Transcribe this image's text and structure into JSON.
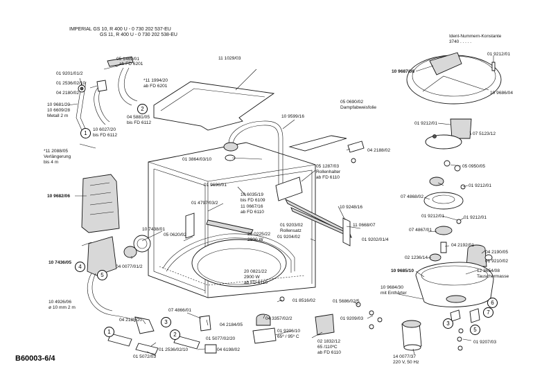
{
  "header": {
    "line1": "IMPERIAL   GS 10,   R 400 U  -  0 730 202 537-EU",
    "line2": "GS 11,   R 400 U  -  0 730 202 538-EU",
    "ident_label": "Ident-Nummern-Konstante",
    "ident_value": "3740   . . . . ."
  },
  "document_id": "B60003-6/4",
  "labels": {
    "l01": "05 1469/01",
    "l02": "ab FD 6201",
    "l03": "11 1029/03",
    "l04": "01 9201/01/2",
    "l05": "01 2536/02/10",
    "l06": "04 2180/02",
    "l07": "*11 1994/20",
    "l08": "ab FD 6201",
    "l09": "10 9681/20",
    "l10": "10 6609/28",
    "l11": "Metall 2 m",
    "l12": "04 5881/05",
    "l13": "bis FD 6112",
    "l14": "10 6027/20",
    "l15": "bis FD 6112",
    "l16": "10 9599/16",
    "l17": "05 0690/02",
    "l18": "Dampfabweisfolie",
    "l19": "*11 2088/05",
    "l20": "Verlängerung",
    "l21": "bis 4 m",
    "l22": "04 2188/02",
    "l23": "01 3864/03/10",
    "l24": "05 1287/03",
    "l25": "Rollenhalter",
    "l26": "ab FD 6110",
    "l27": "10 9682/06",
    "l28": "01 9696/01",
    "l29": "10 6035/19",
    "l30": "bis FD 6109",
    "l31": "01 4797/03/2",
    "l32": "11 0667/16",
    "l33": "ab FD 6110",
    "l34": "10 9248/16",
    "l35": "10 7438/01",
    "l36": "05 0620/02",
    "l37": "01 9203/02",
    "l38": "Rollensatz",
    "l39": "11 0668/07",
    "l40": "01 9204/02",
    "l41": "01 9202/01/4",
    "l42": "20 0225/22",
    "l43": "2900 W",
    "l44": "10 7436/05",
    "l45": "04 0077/01/2",
    "l46": "20 0821/22",
    "l47": "2900 W",
    "l48": "ab FD 6110",
    "l49": "10 4926/06",
    "l50": "ø 10 mm 2 m",
    "l51": "01 8516/02",
    "l52": "01 5686/02/5",
    "l53": "07 4866/01",
    "l54": "04 2185/20",
    "l55": "04 2184/05",
    "l56": "04 3357/02/2",
    "l57": "01 5077/02/20",
    "l58": "01 9206/10",
    "l59": "65º / 95º C",
    "l60": "01 2536/02/10",
    "l61": "04 6198/02",
    "l62": "02 1832/12",
    "l63": "65 /110ºC",
    "l64": "ab FD 6110",
    "l65": "01 5072/03",
    "r01": "10 9687/08",
    "r02": "01 9212/01",
    "r03": "10 9686/04",
    "r04": "01 9212/01",
    "r05": "07 5123/12",
    "r06": "05 0950/05",
    "r07": "01 9212/01",
    "r08": "07 4868/02",
    "r09": "01 9212/01",
    "r10": "01 9212/01",
    "r11": "07 4867/01",
    "r12": "04 2192/01",
    "r13": "02 1236/14",
    "r14": "04 2190/05",
    "r15": "01 9210/02",
    "r16": "10 9685/10",
    "r17": "12 3654/08",
    "r18": "Tauschermasse",
    "r19": "10 9684/30",
    "r20": "mit Enthärter",
    "r21": "01 9209/03",
    "r22": "14 0077/37",
    "r23": "220 V, 50 Hz",
    "r24": "01 9207/03"
  },
  "callouts": {
    "c1a": "1",
    "c2a": "2",
    "c4": "4",
    "c5": "5",
    "c1b": "1",
    "c2b": "2",
    "c3b": "3",
    "c3r": "3",
    "c5r": "5",
    "c6r": "6",
    "c7r": "7"
  }
}
